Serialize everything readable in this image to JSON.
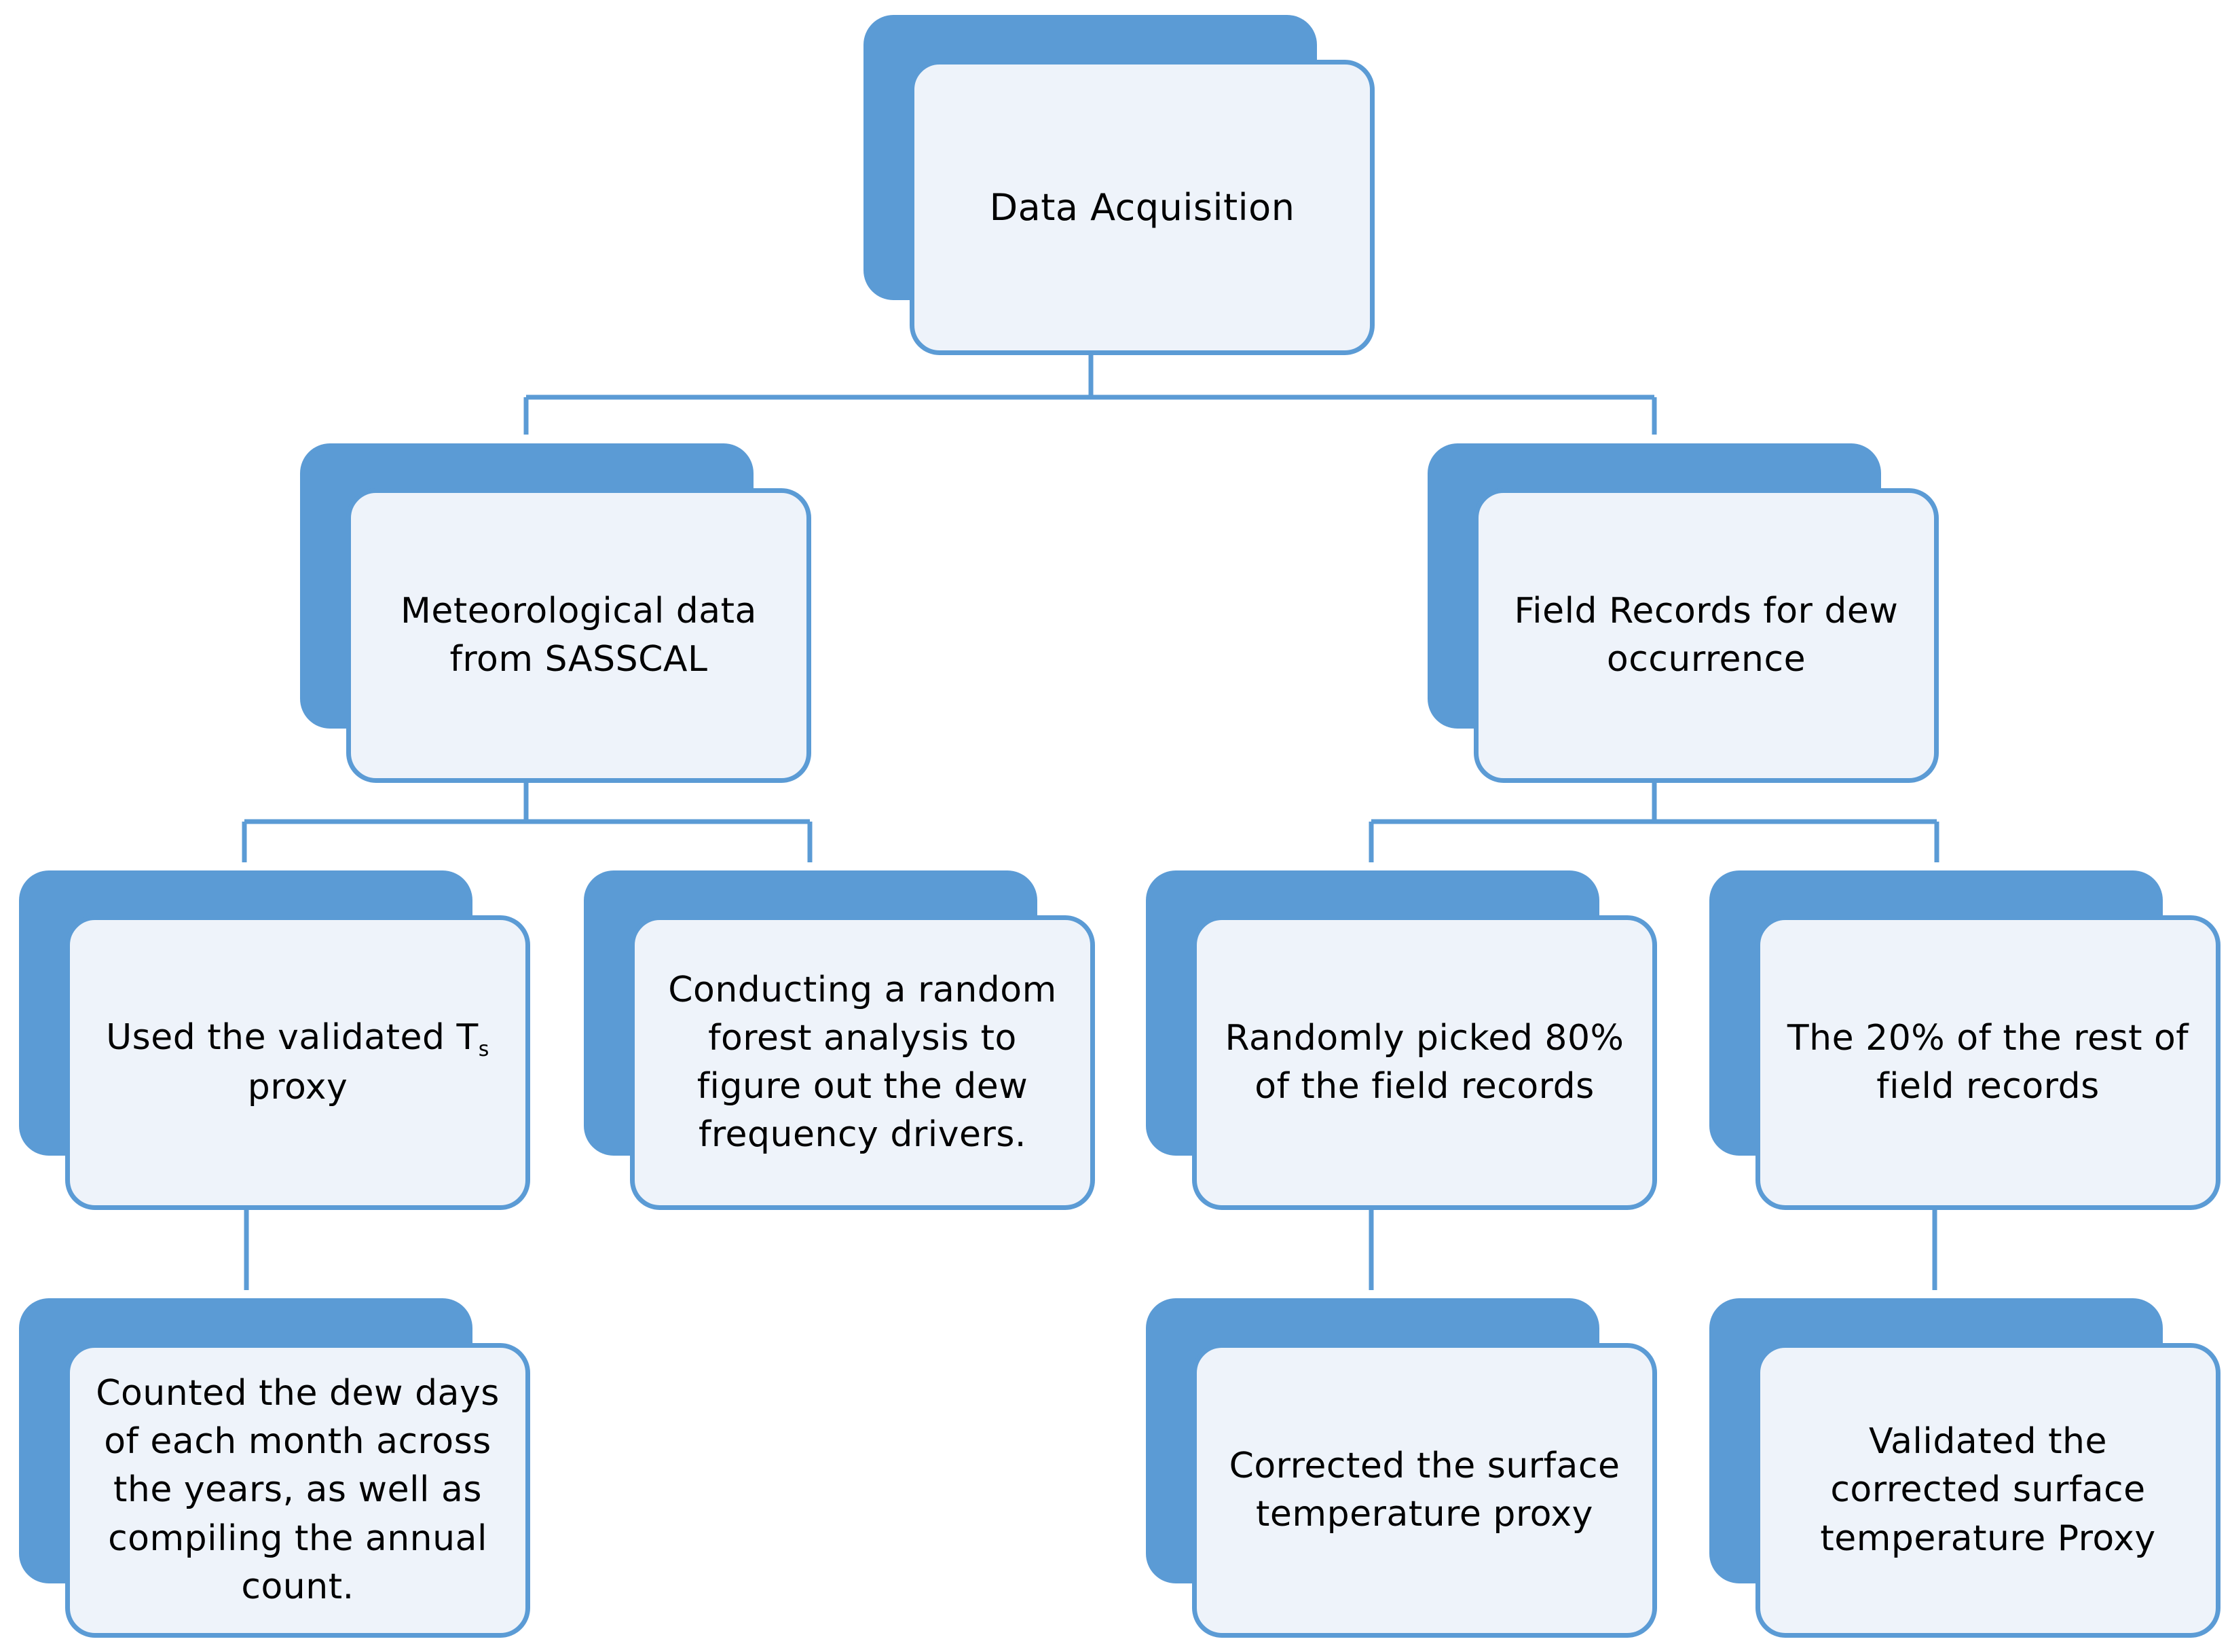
{
  "diagram": {
    "colors": {
      "accent": "#5b9bd5",
      "box_fill": "#eef3fa",
      "text": "#000000"
    },
    "nodes": {
      "root": "Data Acquisition",
      "meteo": "Meteorological data from SASSCAL",
      "field": "Field Records for dew occurrence",
      "proxy_text": "Used the validated T",
      "proxy_sub": "s",
      "proxy_tail": "proxy",
      "rf": "Conducting a random forest analysis to figure out the dew frequency drivers.",
      "pick80": "Randomly picked 80% of the field records",
      "rest20": "The 20% of the rest of field records",
      "counted": "Counted the dew days of each month across the years, as well as compiling the annual count.",
      "corrected": "Corrected the surface temperature proxy",
      "validated": "Validated the corrected surface temperature Proxy"
    }
  }
}
